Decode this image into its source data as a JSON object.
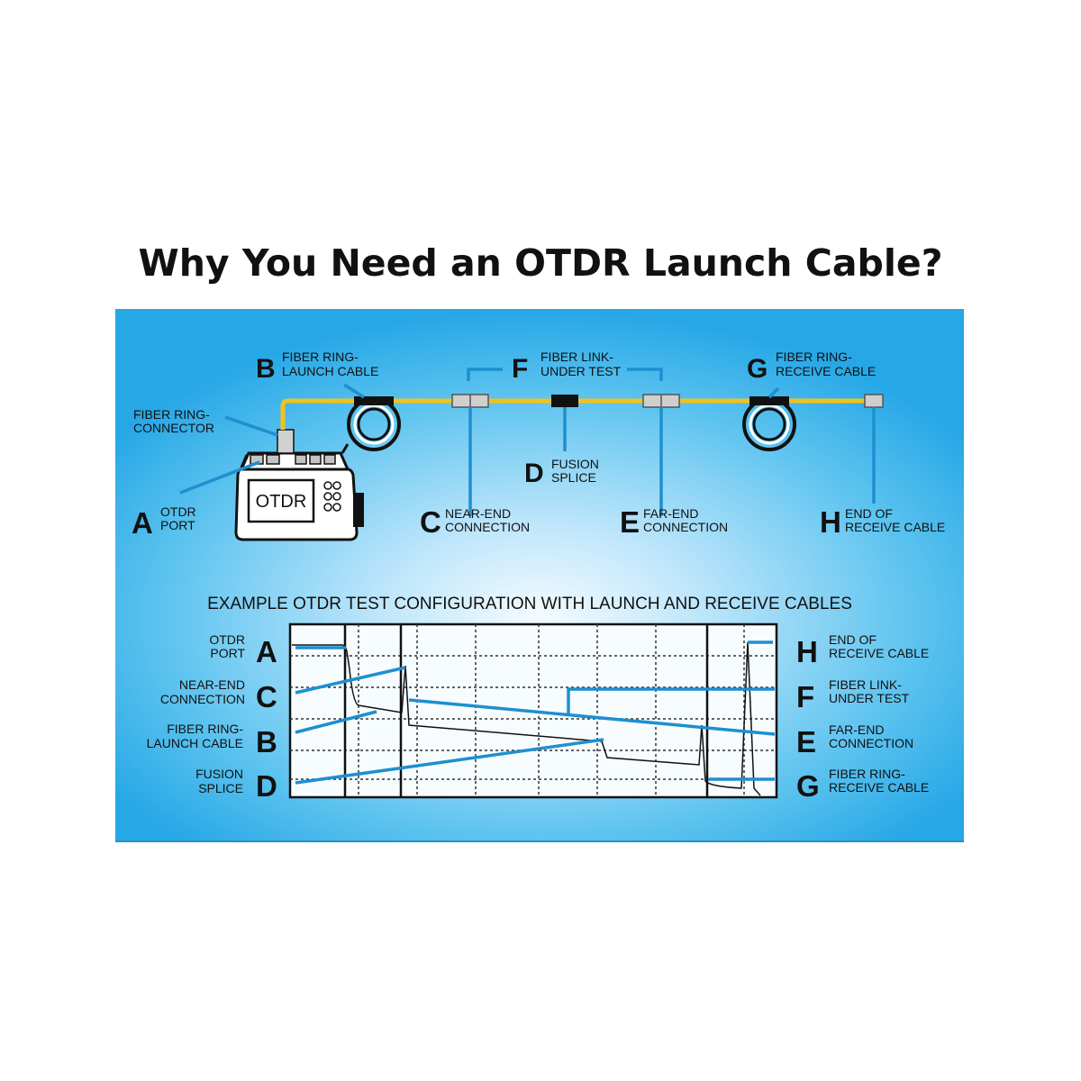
{
  "title": "Why You Need an OTDR Launch Cable?",
  "device_label": "OTDR",
  "top_labels": {
    "A": {
      "letter": "A",
      "line1": "OTDR",
      "line2": "PORT"
    },
    "B": {
      "letter": "B",
      "line1": "FIBER RING-",
      "line2": "LAUNCH CABLE"
    },
    "C": {
      "letter": "C",
      "line1": "NEAR-END",
      "line2": "CONNECTION"
    },
    "D": {
      "letter": "D",
      "line1": "FUSION",
      "line2": "SPLICE"
    },
    "E": {
      "letter": "E",
      "line1": "FAR-END",
      "line2": "CONNECTION"
    },
    "F": {
      "letter": "F",
      "line1": "FIBER LINK-",
      "line2": "UNDER TEST"
    },
    "G": {
      "letter": "G",
      "line1": "FIBER RING-",
      "line2": "RECEIVE CABLE"
    },
    "H": {
      "letter": "H",
      "line1": "END OF",
      "line2": "RECEIVE CABLE"
    },
    "connector": {
      "line1": "FIBER RING-",
      "line2": "CONNECTOR"
    }
  },
  "trace_heading": "EXAMPLE OTDR TEST CONFIGURATION WITH LAUNCH AND RECEIVE CABLES",
  "trace_left_labels": [
    {
      "letter": "A",
      "line1": "OTDR",
      "line2": "PORT"
    },
    {
      "letter": "C",
      "line1": "NEAR-END",
      "line2": "CONNECTION"
    },
    {
      "letter": "B",
      "line1": "FIBER RING-",
      "line2": "LAUNCH CABLE"
    },
    {
      "letter": "D",
      "line1": "FUSION",
      "line2": "SPLICE"
    }
  ],
  "trace_right_labels": [
    {
      "letter": "H",
      "line1": "END OF",
      "line2": "RECEIVE CABLE"
    },
    {
      "letter": "F",
      "line1": "FIBER LINK-",
      "line2": "UNDER TEST"
    },
    {
      "letter": "E",
      "line1": "FAR-END",
      "line2": "CONNECTION"
    },
    {
      "letter": "G",
      "line1": "FIBER RING-",
      "line2": "RECEIVE CABLE"
    }
  ],
  "colors": {
    "fiber": "#f2c21b",
    "pointer": "#1e8fd0",
    "panel": "#26a7e6"
  }
}
